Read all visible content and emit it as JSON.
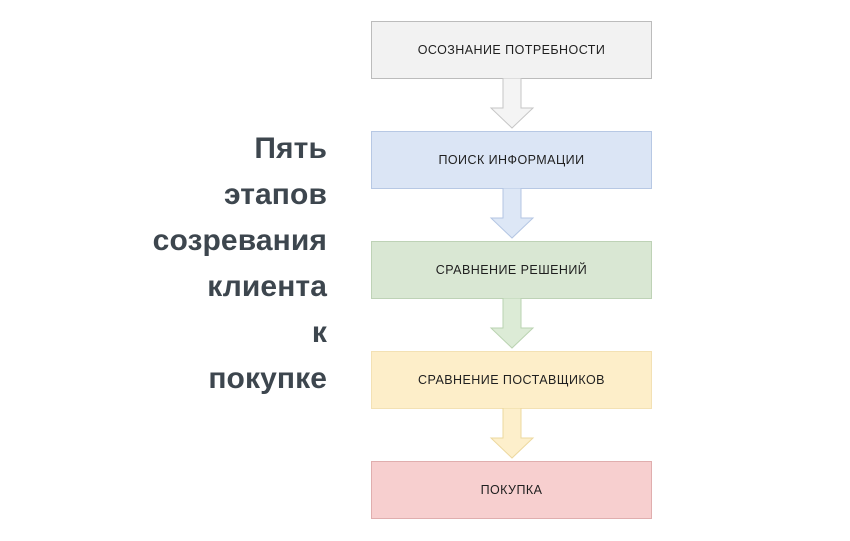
{
  "diagram": {
    "headline": "Пять\nэтапов\nсозревания\nклиента\nк\nпокупке",
    "headline_color": "#3d464e",
    "background": "#ffffff",
    "type": "vertical-flowchart",
    "steps": [
      {
        "index": 1,
        "label": "ОСОЗНАНИЕ ПОТРЕБНОСТИ",
        "fill": "#f2f2f2",
        "border": "#bcbcbc"
      },
      {
        "index": 2,
        "label": "ПОИСК ИНФОРМАЦИИ",
        "fill": "#dbe5f5",
        "border": "#b7c8e4"
      },
      {
        "index": 3,
        "label": "СРАВНЕНИЕ РЕШЕНИЙ",
        "fill": "#d9e7d3",
        "border": "#bed2b6"
      },
      {
        "index": 4,
        "label": "СРАВНЕНИЕ ПОСТАВЩИКОВ",
        "fill": "#fdeec9",
        "border": "#f3e1b4"
      },
      {
        "index": 5,
        "label": "ПОКУПКА",
        "fill": "#f7cfcf",
        "border": "#e0aeae"
      }
    ],
    "connectors": [
      {
        "from": 1,
        "to": 2,
        "icon": "down-block-arrow",
        "fill": "#f4f4f4",
        "stroke": "#c6c6c6"
      },
      {
        "from": 2,
        "to": 3,
        "icon": "down-block-arrow",
        "fill": "#dde7f6",
        "stroke": "#b4c6e3"
      },
      {
        "from": 3,
        "to": 4,
        "icon": "down-block-arrow",
        "fill": "#dcebd6",
        "stroke": "#bad3b1"
      },
      {
        "from": 4,
        "to": 5,
        "icon": "down-block-arrow",
        "fill": "#fdefcb",
        "stroke": "#ecd89f"
      }
    ]
  }
}
